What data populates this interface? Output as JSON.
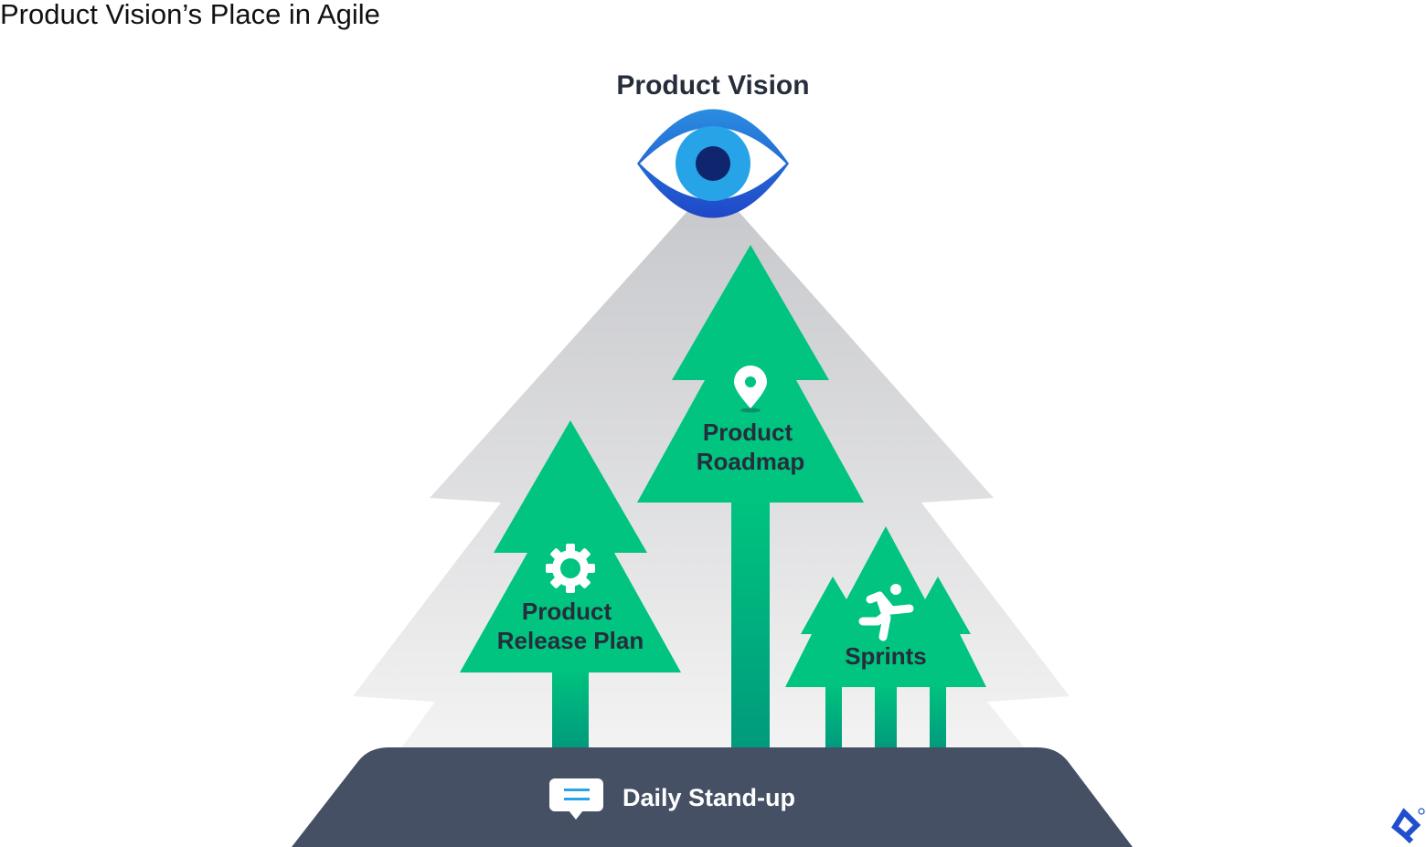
{
  "title": "Product Vision’s Place in Agile",
  "vision": {
    "label": "Product Vision",
    "icon": "eye-icon"
  },
  "roadmap": {
    "line1": "Product",
    "line2": "Roadmap",
    "icon": "map-pin-icon"
  },
  "release_plan": {
    "line1": "Product",
    "line2": "Release Plan",
    "icon": "gear-icon"
  },
  "sprints": {
    "label": "Sprints",
    "icon": "running-person-icon"
  },
  "standup": {
    "label": "Daily Stand-up",
    "icon": "chat-bubble-icon"
  },
  "colors": {
    "green": "#00c47f",
    "platform": "#455064",
    "eye_outer": "#2a6fd6",
    "iris": "#27a3e8",
    "pupil": "#0f256e",
    "logo": "#204ecf"
  }
}
